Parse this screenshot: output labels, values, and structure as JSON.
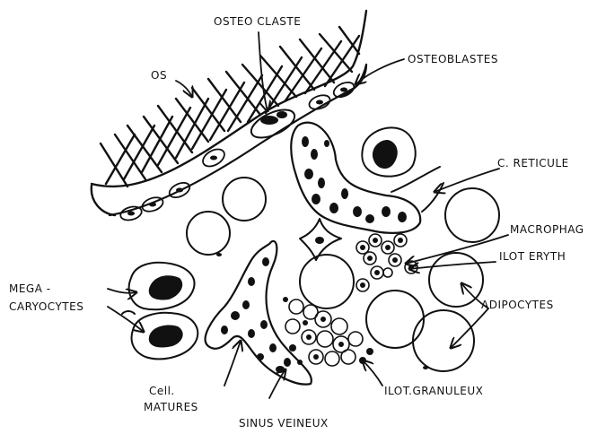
{
  "labels": {
    "osteoclaste": "OSTEO CLASTE",
    "os": "OS",
    "osteoblastes": "OSTEOBLASTES",
    "cellule_reticulaire": "C. RETICULE",
    "macrophage": "MACROPHAG",
    "ilot_erythro": "ILOT ERYTH",
    "megacaryocytes_1": "MEGA -",
    "megacaryocytes_2": "CARYOCYTES",
    "adipocytes": "ADIPOCYTES",
    "cell_matures_1": "Cell.",
    "cell_matures_2": "MATURES",
    "ilot_granuleux": "ILOT.GRANULEUX",
    "sinus_veineux": "SINUS VEINEUX"
  },
  "colors": {
    "ink": "#111111",
    "background": "#ffffff"
  }
}
